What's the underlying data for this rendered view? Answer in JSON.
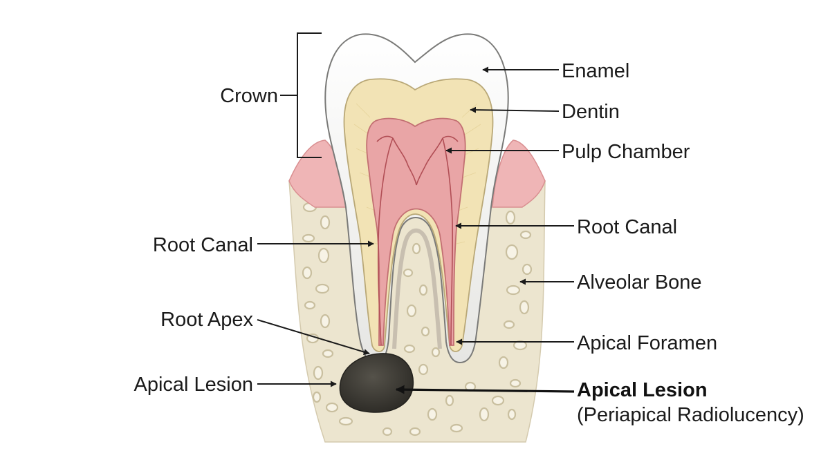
{
  "labels": {
    "crown": "Crown",
    "enamel": "Enamel",
    "dentin": "Dentin",
    "pulp_chamber": "Pulp Chamber",
    "root_canal_left": "Root Canal",
    "root_canal_right": "Root Canal",
    "alveolar_bone": "Alveolar Bone",
    "root_apex": "Root Apex",
    "apical_foramen": "Apical Foramen",
    "apical_lesion_left": "Apical Lesion",
    "apical_lesion_title": "Apical Lesion",
    "apical_lesion_subtitle": "(Periapical Radiolucency)"
  },
  "colors": {
    "enamel": "#f3f3f1",
    "dentin": "#f2e3b5",
    "pulp": "#e9a5a6",
    "gum": "#efb5b6",
    "bone": "#ece5cf",
    "lesion": "#3f3d36",
    "ink": "#1a1a1a"
  }
}
